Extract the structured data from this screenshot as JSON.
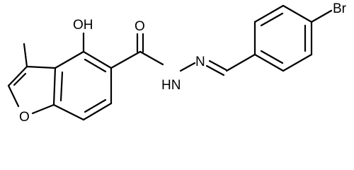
{
  "molecule": {
    "atoms": {
      "oh": "OH",
      "carbonyl_o": "O",
      "nh": "HN",
      "n": "N",
      "br": "Br",
      "furan_o": "O"
    }
  },
  "colors": {
    "bond": "#000000",
    "label": "#000000",
    "background": "#ffffff"
  }
}
